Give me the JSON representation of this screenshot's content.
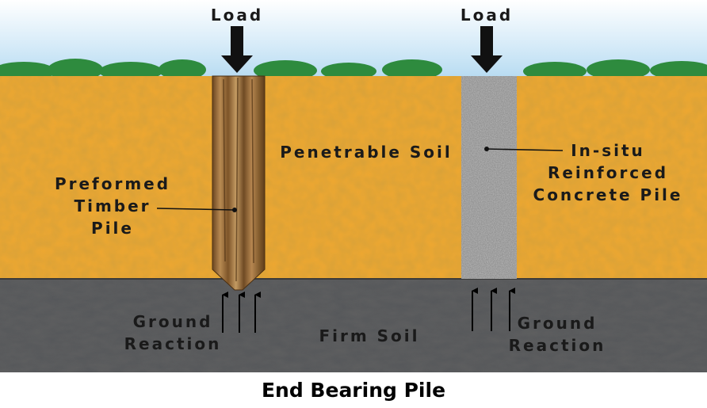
{
  "diagram": {
    "caption": "End Bearing Pile",
    "load_label_left": "Load",
    "load_label_right": "Load",
    "penetrable_soil": "Penetrable Soil",
    "firm_soil": "Firm Soil",
    "timber_pile_label": [
      "Preformed",
      "Timber",
      "Pile"
    ],
    "concrete_pile_label": [
      "In-situ",
      "Reinforced",
      "Concrete Pile"
    ],
    "ground_reaction_left": [
      "Ground",
      "Reaction"
    ],
    "ground_reaction_right": [
      "Ground",
      "Reaction"
    ],
    "colors": {
      "sky": "#cfe6f7",
      "trees": "#2e8b3e",
      "penetrable_soil": "#f0a830",
      "firm_soil": "#55575a",
      "timber": "#9a6a3a",
      "concrete": "#bdbdbd"
    }
  }
}
